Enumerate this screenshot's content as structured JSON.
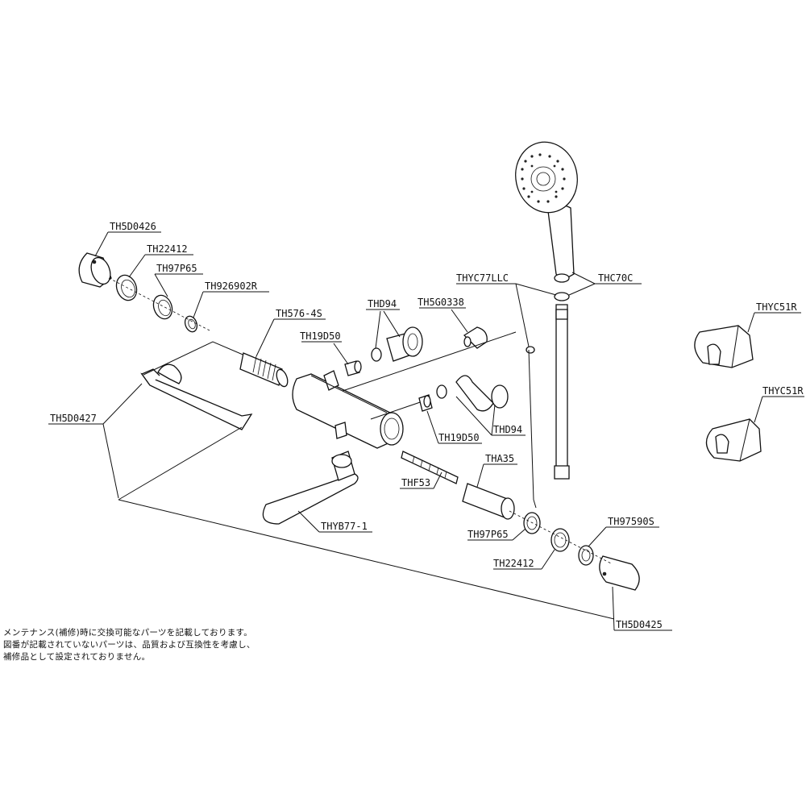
{
  "diagram": {
    "labels": {
      "p_th5d0426": "TH5D0426",
      "p_th22412_top": "TH22412",
      "p_th97p65_top": "TH97P65",
      "p_th926902r": "TH926902R",
      "p_th576_4s": "TH576-4S",
      "p_thd94_top": "THD94",
      "p_th5g0338": "TH5G0338",
      "p_th19d50_top": "TH19D50",
      "p_thyc77llc": "THYC77LLC",
      "p_thc70c": "THC70C",
      "p_thyc51r_1": "THYC51R",
      "p_thyc51r_2": "THYC51R",
      "p_th5d0427": "TH5D0427",
      "p_thd94_mid": "THD94",
      "p_th19d50_mid": "TH19D50",
      "p_tha35": "THA35",
      "p_thf53": "THF53",
      "p_thyb77_1": "THYB77-1",
      "p_th97p65_bot": "TH97P65",
      "p_th97590s": "TH97590S",
      "p_th22412_bot": "TH22412",
      "p_th5d0425": "TH5D0425"
    },
    "note_lines": [
      "メンテナンス(補修)時に交換可能なパーツを記載しております。",
      "図番が記載されていないパーツは、品質および互換性を考慮し、",
      "補修品として設定されておりません。"
    ]
  }
}
